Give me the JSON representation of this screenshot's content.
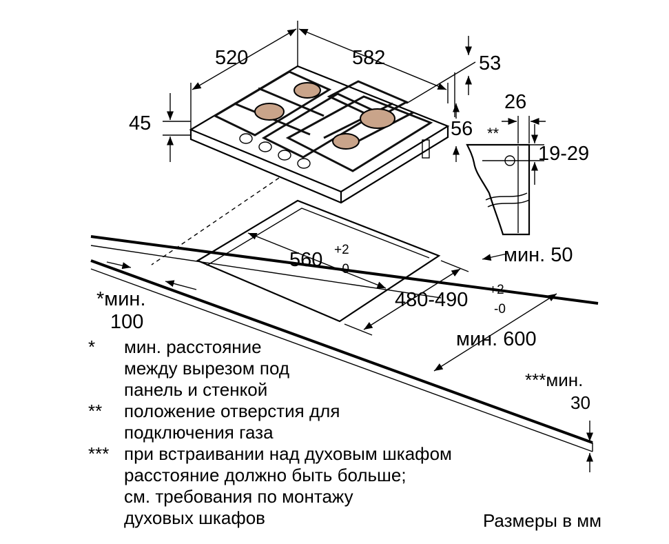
{
  "dimensions": {
    "hob_depth": "520",
    "hob_width": "582",
    "hob_height": "45",
    "side_offset": "53",
    "fitting_depth": "56",
    "gas_offset_h": "26",
    "gas_offset_v": "19-29",
    "gas_mark": "**",
    "cutout_width": "560",
    "cutout_width_tol_plus": "+2",
    "cutout_width_tol_minus": "-0",
    "cutout_depth": "480-490",
    "cutout_depth_tol_plus": "+2",
    "cutout_depth_tol_minus": "-0",
    "back_min": "мин. 50",
    "side_min_label": "*мин.",
    "side_min_value": "100",
    "worktop_min": "мин. 600",
    "oven_min_label": "***мин.",
    "oven_min_value": "30"
  },
  "notes": [
    {
      "mark": "*",
      "text": "мин. расстояние\nмежду вырезом под\nпанель и стенкой"
    },
    {
      "mark": "**",
      "text": "положение отверстия для\nподключения газа"
    },
    {
      "mark": "***",
      "text": "при встраивании над духовым шкафом\nрасстояние должно быть больше;\nсм. требования по монтажу\nдуховых шкафов"
    }
  ],
  "units_note": "Размеры в мм"
}
